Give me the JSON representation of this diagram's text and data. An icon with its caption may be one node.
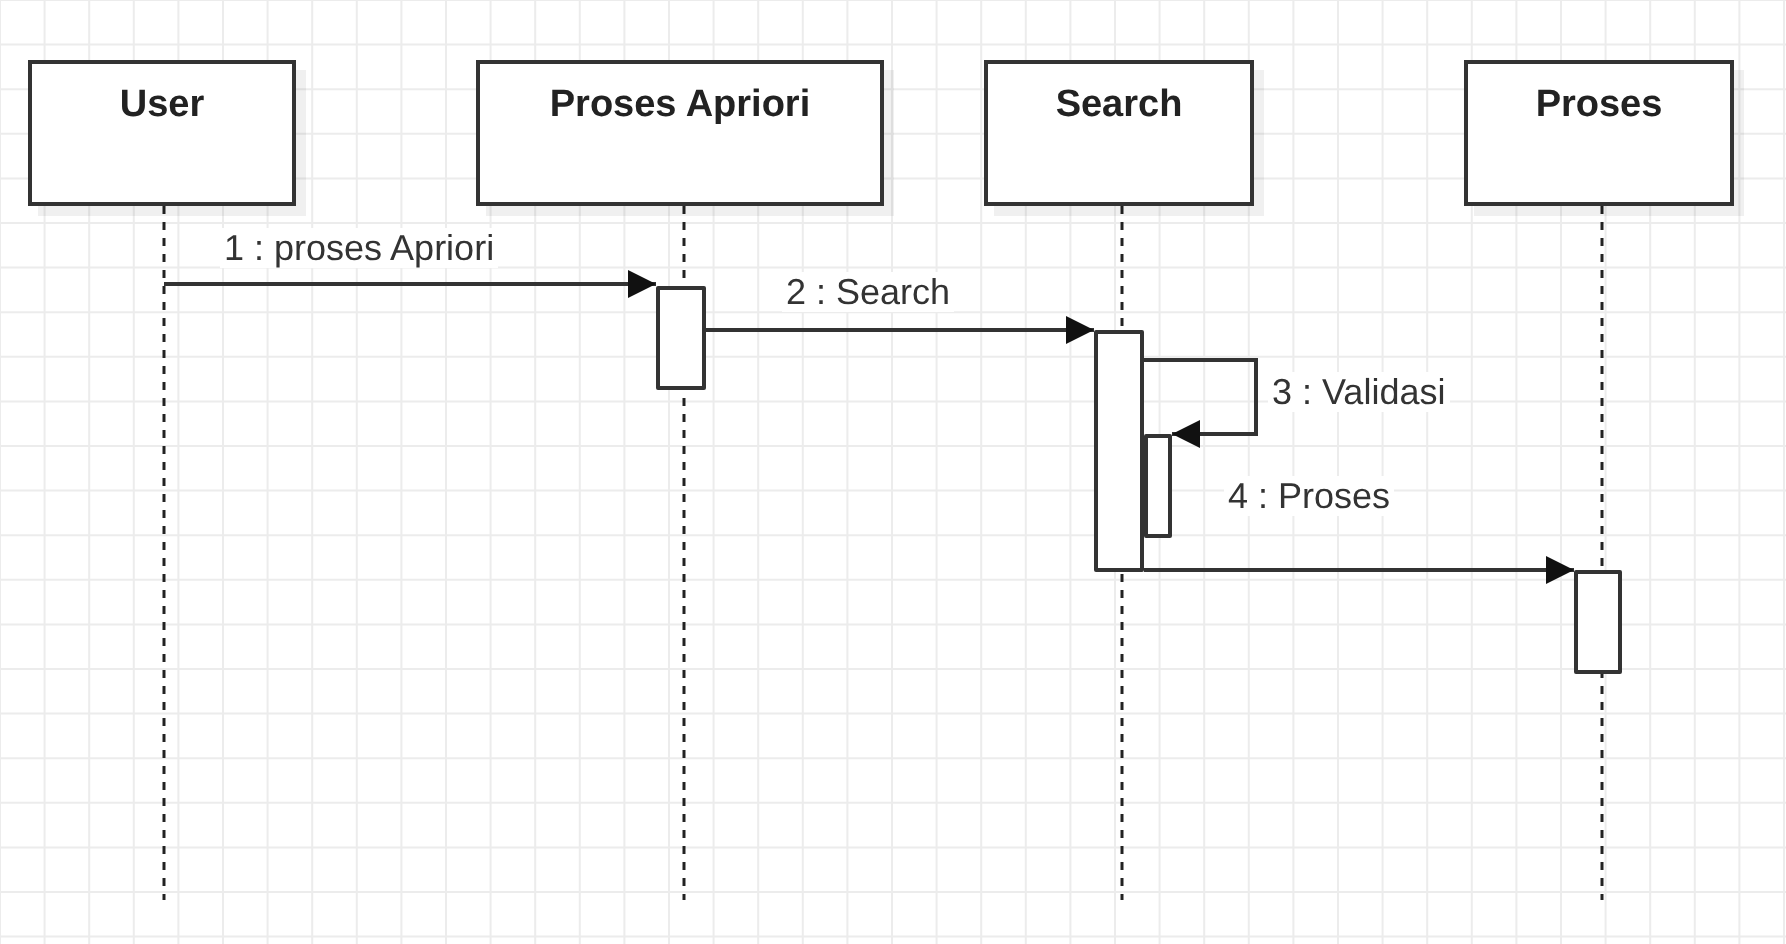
{
  "diagram": {
    "nodes": [
      {
        "text": [
          "User"
        ]
      },
      {
        "text": [
          "Proses Apriori"
        ]
      },
      {
        "text": [
          "Search"
        ]
      },
      {
        "text": [
          "Proses"
        ]
      },
      {
        "text": [],
        "shape": "bar"
      },
      {
        "text": [],
        "shape": "bar"
      },
      {
        "text": [],
        "shape": "bar"
      },
      {
        "text": [],
        "shape": "bar"
      }
    ],
    "edges": [
      {
        "from": null,
        "to": 4,
        "arrow": "to",
        "label": "1 : proses Apriori"
      },
      {
        "from": 4,
        "to": 5,
        "arrow": "to",
        "label": "2 : Search"
      },
      {
        "from": 5,
        "to": 6,
        "arrow": "to",
        "label": "3 : Validasi"
      },
      {
        "from": 5,
        "to": 7,
        "arrow": "to",
        "label": "4 : Proses"
      }
    ]
  }
}
